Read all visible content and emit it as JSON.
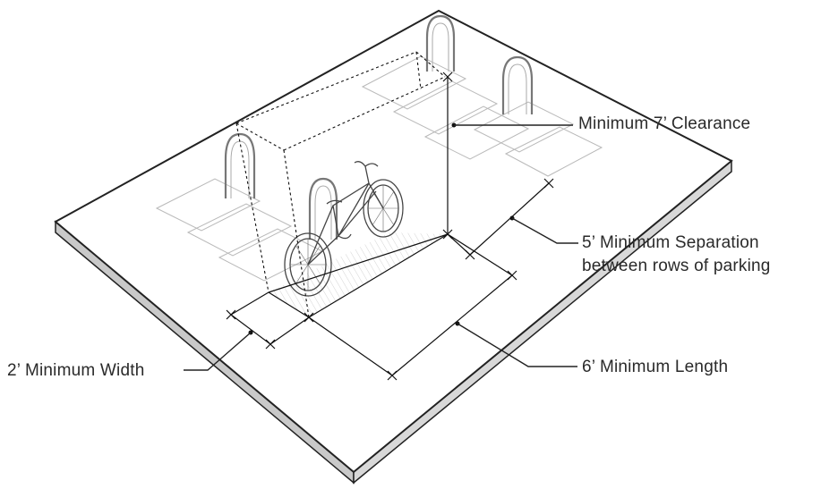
{
  "labels": {
    "clearance": "Minimum 7’ Clearance",
    "separation_line1": "5’ Minimum Separation",
    "separation_line2": "between rows of parking",
    "length": "6’ Minimum Length",
    "width": "2’ Minimum Width"
  }
}
